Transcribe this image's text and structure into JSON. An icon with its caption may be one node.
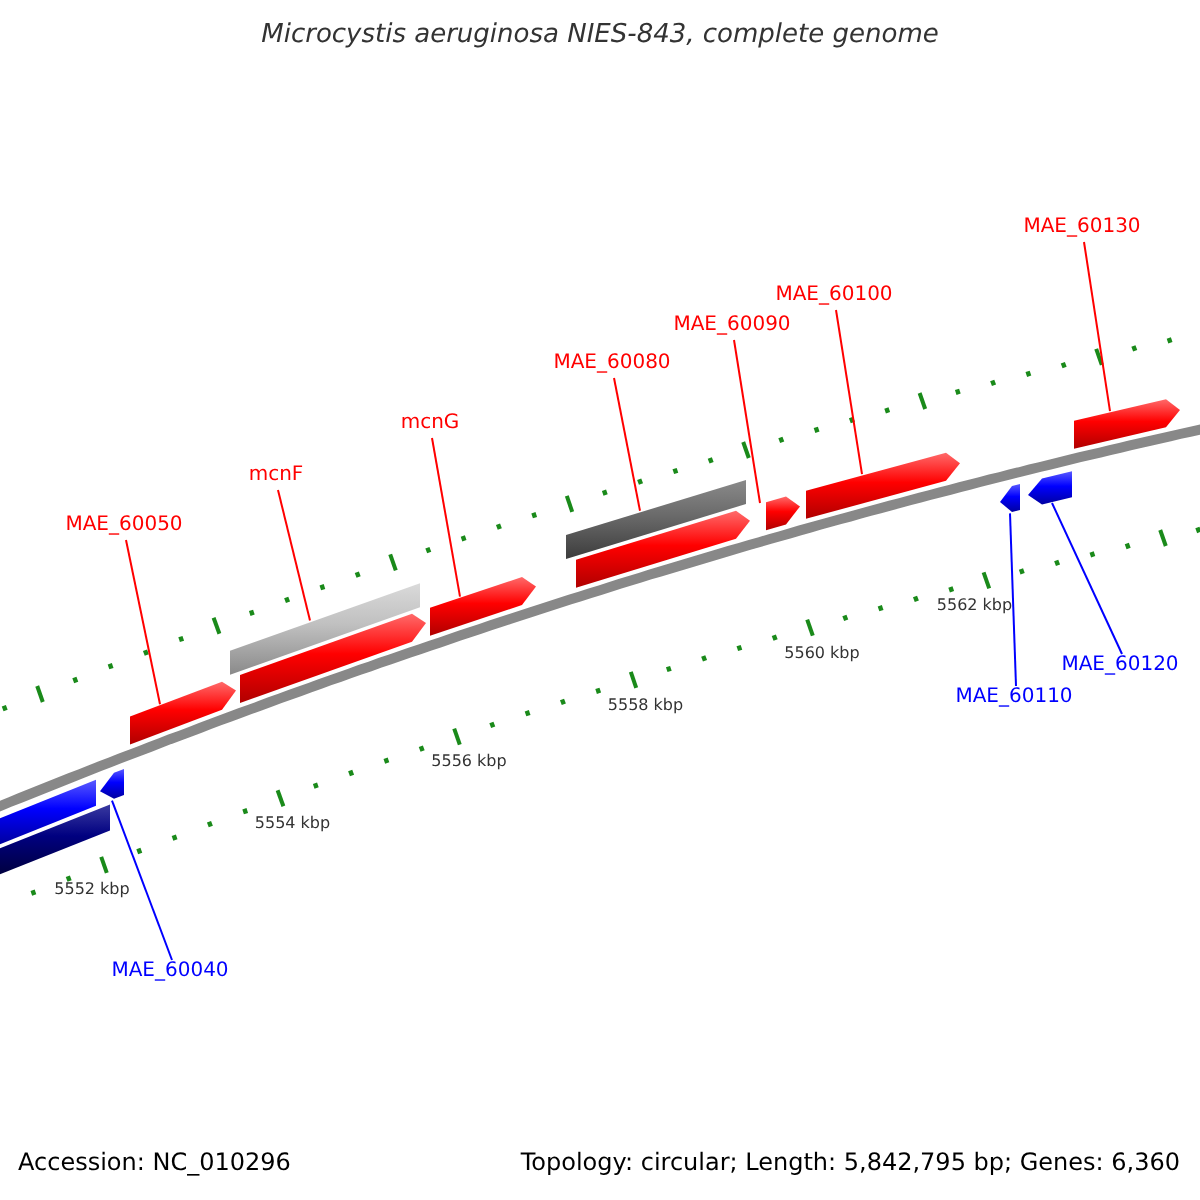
{
  "diagram": {
    "title": "Microcystis aeruginosa NIES-843, complete genome",
    "nodes": [
      {
        "text": [
          "MAE_60050"
        ]
      },
      {
        "text": [
          "mcnF"
        ]
      },
      {
        "text": [
          "mcnG"
        ]
      },
      {
        "text": [
          "MAE_60080"
        ]
      },
      {
        "text": [
          "MAE_60090"
        ]
      },
      {
        "text": [
          "MAE_60100"
        ]
      },
      {
        "text": [
          "MAE_60130"
        ]
      },
      {
        "text": [
          "MAE_60040"
        ]
      },
      {
        "text": [
          "MAE_60110"
        ]
      },
      {
        "text": [
          "MAE_60120"
        ]
      },
      {
        "text": [],
        "shape": "bar"
      },
      {
        "text": [],
        "shape": "bar"
      },
      {
        "text": [],
        "shape": "arrow"
      },
      {
        "text": [],
        "shape": "arrow"
      },
      {
        "text": [],
        "shape": "bar"
      },
      {
        "text": [],
        "shape": "arrow"
      },
      {
        "text": [],
        "shape": "arrow"
      },
      {
        "text": [],
        "shape": "bar"
      },
      {
        "text": [],
        "shape": "arrow"
      },
      {
        "text": [],
        "shape": "arrow"
      },
      {
        "text": [],
        "shape": "arrow"
      },
      {
        "text": [],
        "shape": "arrow"
      },
      {
        "text": [],
        "shape": "arrow"
      },
      {
        "text": [],
        "shape": "arrow"
      }
    ],
    "edges": [
      {
        "from": 0,
        "to": 13,
        "arrow": "none"
      },
      {
        "from": 1,
        "to": 14,
        "arrow": "none"
      },
      {
        "from": 2,
        "to": 16,
        "arrow": "none"
      },
      {
        "from": 3,
        "to": 17,
        "arrow": "none"
      },
      {
        "from": 4,
        "to": 19,
        "arrow": "none"
      },
      {
        "from": 5,
        "to": 20,
        "arrow": "none"
      },
      {
        "from": 6,
        "to": 23,
        "arrow": "none"
      },
      {
        "from": 7,
        "to": 12,
        "arrow": "none",
        "color": "#0000ff"
      },
      {
        "from": 8,
        "to": 21,
        "arrow": "none",
        "color": "#0000ff"
      },
      {
        "from": 9,
        "to": 22,
        "arrow": "none",
        "color": "#0000ff"
      }
    ],
    "labels": [
      "5552 kbp",
      "5554 kbp",
      "5556 kbp",
      "5558 kbp",
      "5560 kbp",
      "5562 kbp",
      "Accession: NC_010296",
      "Topology: circular; Length: 5,842,795 bp; Genes: 6,360"
    ]
  }
}
